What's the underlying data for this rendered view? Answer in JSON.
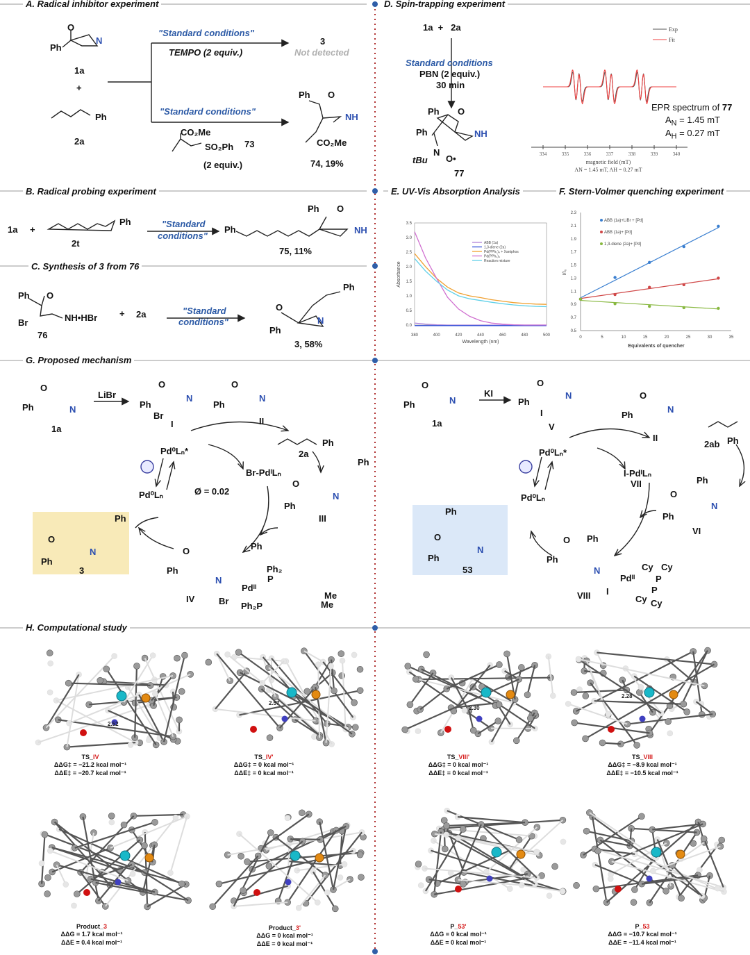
{
  "colors": {
    "condition_blue": "#2c5aa6",
    "divider_red": "#b03030",
    "dot_blue": "#2f5ea8",
    "box_yellow": "#f8eab8",
    "box_blue": "#dbe8f8",
    "pd_cyan": "#19b8c8",
    "p_orange": "#e38a12"
  },
  "sectionA": {
    "header": "A. Radical inhibitor experiment",
    "o1": "O",
    "ph1": "Ph",
    "n1": "N",
    "lbl1a": "1a",
    "plus": "+",
    "ph2a": "Ph",
    "lbl2a": "2a",
    "cond1": "\"Standard conditions\"",
    "tempo": "TEMPO (2 equiv.)",
    "prod3": "3",
    "not_detected": "Not detected",
    "cond2": "\"Standard conditions\"",
    "co2me": "CO₂Me",
    "so2ph": "SO₂Ph",
    "lbl73": "73",
    "equiv2": "(2 equiv.)",
    "p_ph": "Ph",
    "p_o": "O",
    "p_nh": "NH",
    "p_co2me": "CO₂Me",
    "p_lbl": "74, 19%"
  },
  "sectionB": {
    "header": "B. Radical probing experiment",
    "lbl1a": "1a",
    "plus": "+",
    "ph": "Ph",
    "lbl2t": "2t",
    "cond_a": "\"Standard",
    "cond_b": "conditions\"",
    "p_ph_left": "Ph",
    "p_ph": "Ph",
    "p_o": "O",
    "p_nh": "NH",
    "p_lbl": "75, 11%"
  },
  "sectionC": {
    "header": "C. Synthesis of 3 from 76",
    "ph": "Ph",
    "o": "O",
    "br": "Br",
    "nhhbr": "NH•HBr",
    "lbl76": "76",
    "plus": "+",
    "lbl2a": "2a",
    "cond_a": "\"Standard",
    "cond_b": "conditions\"",
    "p_ph_top": "Ph",
    "p_o": "O",
    "p_n": "N",
    "p_ph": "Ph",
    "p_lbl": "3, 58%"
  },
  "sectionD": {
    "header": "D. Spin-trapping experiment",
    "reactants": "1a  +   2a",
    "cond": "Standard conditions",
    "pbn": "PBN (2 equiv.)",
    "time": "30 min",
    "p_ph1": "Ph",
    "p_o": "O",
    "p_ph2": "Ph",
    "p_nh": "NH",
    "p_n": "N",
    "p_o2": "O•",
    "p_tbu": "tBu",
    "p_lbl": "77",
    "epr_title": "EPR spectrum of ",
    "epr_compound": "77",
    "an_label": "A",
    "an_sub": "N",
    "an_value": " = 1.45 mT",
    "ah_label": "A",
    "ah_sub": "H",
    "ah_value": " = 0.27 mT"
  },
  "sectionE": {
    "header": "E. UV-Vis Absorption Analysis"
  },
  "sectionF": {
    "header": "F. Stern-Volmer quenching experiment"
  },
  "chart_data": [
    {
      "id": "epr",
      "type": "line",
      "title": "EPR spectrum of 77",
      "xlabel": "magnetic field (mT)",
      "footnote": "AN = 1.45 mT, AH = 0.27 mT",
      "xlim": [
        334,
        340
      ],
      "xticks": [
        "334",
        "335",
        "336",
        "337",
        "338",
        "339",
        "340"
      ],
      "legend": [
        "Exp",
        "Fit"
      ],
      "legend_position": "top-right",
      "center": 337.0,
      "a_n": 1.45,
      "a_h": 0.27,
      "series": [
        {
          "name": "Exp",
          "color": "#555555"
        },
        {
          "name": "Fit",
          "color": "#ef4040"
        }
      ]
    },
    {
      "id": "uvvis",
      "type": "line",
      "xlabel": "Wavelength (nm)",
      "ylabel": "Absorbance",
      "xlim": [
        380,
        500
      ],
      "ylim": [
        0,
        3.5
      ],
      "xticks": [
        "380",
        "400",
        "420",
        "440",
        "460",
        "480",
        "500"
      ],
      "yticks": [
        "0.0",
        "0.5",
        "1.0",
        "1.5",
        "2.0",
        "2.5",
        "3.0",
        "3.5"
      ],
      "legend_position": "top-right",
      "x": [
        380,
        390,
        400,
        410,
        420,
        430,
        440,
        450,
        460,
        470,
        480,
        490,
        500
      ],
      "series": [
        {
          "name": "ABB (1a)",
          "color": "#b083d8",
          "values": [
            0.07,
            0.03,
            0.01,
            0,
            0,
            0,
            0,
            0,
            0,
            0,
            0,
            0,
            0
          ]
        },
        {
          "name": "1,3-diene (2a)",
          "color": "#2f4fd8",
          "values": [
            -0.02,
            -0.02,
            -0.02,
            -0.02,
            -0.02,
            -0.02,
            -0.02,
            -0.02,
            -0.02,
            -0.02,
            -0.02,
            -0.02,
            -0.02
          ]
        },
        {
          "name": "Pd(PPh₃)₄ + Xantphos",
          "color": "#f0a030",
          "values": [
            2.45,
            2.0,
            1.6,
            1.3,
            1.1,
            1.0,
            0.94,
            0.87,
            0.82,
            0.77,
            0.74,
            0.72,
            0.71
          ]
        },
        {
          "name": "Pd(PPh₃)₄",
          "color": "#d070d0",
          "values": [
            3.2,
            2.3,
            1.6,
            0.95,
            0.55,
            0.3,
            0.15,
            0.07,
            0.03,
            0.01,
            0,
            0,
            0
          ]
        },
        {
          "name": "Reaction mixture",
          "color": "#60d0e8",
          "values": [
            2.28,
            1.85,
            1.5,
            1.2,
            1.0,
            0.9,
            0.84,
            0.78,
            0.73,
            0.69,
            0.66,
            0.64,
            0.63
          ]
        }
      ]
    },
    {
      "id": "sternvolmer",
      "type": "scatter",
      "xlabel": "Equivalents of quencher",
      "ylabel": "I/I₀",
      "xlim": [
        0,
        35
      ],
      "ylim": [
        0.5,
        2.3
      ],
      "xticks": [
        "0",
        "5",
        "10",
        "15",
        "20",
        "25",
        "30",
        "35"
      ],
      "yticks": [
        "0.5",
        "0.7",
        "0.9",
        "1.1",
        "1.3",
        "1.5",
        "1.7",
        "1.9",
        "2.1",
        "2.3"
      ],
      "legend_position": "top-left",
      "x": [
        0,
        8,
        16,
        24,
        32
      ],
      "series": [
        {
          "name": "ABB (1a)+LiBr + [Pd]",
          "color": "#3a7fd0",
          "marker": "diamond",
          "values": [
            0.98,
            1.31,
            1.54,
            1.78,
            2.09
          ],
          "fit": [
            1.0,
            2.07
          ]
        },
        {
          "name": "ABB (1a)+ [Pd]",
          "color": "#d04848",
          "marker": "triangle",
          "values": [
            0.98,
            1.05,
            1.16,
            1.2,
            1.3
          ],
          "fit": [
            0.99,
            1.29
          ]
        },
        {
          "name": "1,3-diene (2a)+ [Pd]",
          "color": "#88b840",
          "marker": "circle",
          "values": [
            0.98,
            0.91,
            0.87,
            0.85,
            0.84
          ],
          "fit": [
            0.96,
            0.83
          ]
        }
      ]
    }
  ],
  "sectionG": {
    "header": "G. Proposed mechanism",
    "left": {
      "o1": "O",
      "ph1": "Ph",
      "n1": "N",
      "lbl1a": "1a",
      "libr": "LiBr",
      "i_o": "O",
      "i_ph": "Ph",
      "i_br": "Br",
      "i_n": "N",
      "i_lbl": "I",
      "ii_o": "O",
      "ii_ph": "Ph",
      "ii_n": "N",
      "ii_lbl": "II",
      "ph_2a": "Ph",
      "lbl2a": "2a",
      "pd_star": "Pd⁰Lₙ*",
      "brpd": "Br-PdᴵLₙ",
      "pd0": "Pd⁰Lₙ",
      "phi": "Ø = 0.02",
      "iii_o": "O",
      "iii_ph": "Ph",
      "iii_n": "N",
      "iii_lbl": "III",
      "iii_ph2": "Ph",
      "p3_ph_top": "Ph",
      "p3_o": "O",
      "p3_ph": "Ph",
      "p3_n": "N",
      "p3_lbl": "3",
      "iv_o": "O",
      "iv_ph": "Ph",
      "iv_n": "N",
      "iv_lbl": "IV",
      "iv_ph2": "Ph",
      "iv_ph2p": "Ph₂",
      "iv_p": "P",
      "iv_pd": "Pdᴵᴵ",
      "iv_br": "Br",
      "iv_ph2p_b": "Ph₂P",
      "iv_me1": "Me",
      "iv_me2": "Me"
    },
    "right": {
      "o1": "O",
      "ph1": "Ph",
      "n1": "N",
      "lbl1a": "1a",
      "ki": "KI",
      "v_o": "O",
      "v_ph": "Ph",
      "v_n": "N",
      "v_i": "I",
      "v_lbl": "V",
      "ii_o": "O",
      "ii_ph": "Ph",
      "ii_n": "N",
      "ii_lbl": "II",
      "lbl2ab": "2ab",
      "ph_2ab": "Ph",
      "pd_star": "Pd⁰Lₙ*",
      "ipd": "I-PdᴵLₙ",
      "vii_lbl": "VII",
      "pd0": "Pd⁰Lₙ",
      "vi_ph2": "Ph",
      "vi_o": "O",
      "vi_ph": "Ph",
      "vi_n": "N",
      "vi_lbl": "VI",
      "p53_ph_top": "Ph",
      "p53_o": "O",
      "p53_ph": "Ph",
      "p53_n": "N",
      "p53_lbl": "53",
      "viii_o": "O",
      "viii_ph": "Ph",
      "viii_ph2": "Ph",
      "viii_n": "N",
      "viii_lbl": "VIII",
      "viii_pd": "Pdᴵᴵ",
      "viii_i": "I",
      "cy1": "Cy",
      "cy2": "Cy",
      "p1": "P",
      "p2": "P",
      "cy3": "Cy",
      "cy4": "Cy"
    }
  },
  "sectionH": {
    "header": "H. Computational study",
    "structures": [
      {
        "name_a": "TS_",
        "name_b": "IV",
        "line1": "ΔΔG‡ = −21.2 kcal mol⁻¹",
        "line2": "ΔΔE‡ = −20.7 kcal mol⁻¹",
        "distance": "2.52"
      },
      {
        "name_a": "TS_",
        "name_b": "IV'",
        "line1": "ΔΔG‡ = 0 kcal mol⁻¹",
        "line2": "ΔΔE‡ = 0 kcal mol⁻¹",
        "distance": "2.57"
      },
      {
        "name_a": "TS_",
        "name_b": "VIII'",
        "line1": "ΔΔG‡ = 0 kcal mol⁻¹",
        "line2": "ΔΔE‡ = 0 kcal mol⁻¹",
        "distance": "2.30"
      },
      {
        "name_a": "TS_",
        "name_b": "VIII",
        "line1": "ΔΔG‡ = −8.9 kcal mol⁻¹",
        "line2": "ΔΔE‡ = −10.5 kcal mol⁻¹",
        "distance": "2.28"
      },
      {
        "name_a": "Product_",
        "name_b": "3",
        "line1": "ΔΔG = 1.7 kcal mol⁻¹",
        "line2": "ΔΔE = 0.4 kcal mol⁻¹"
      },
      {
        "name_a": "Product_",
        "name_b": "3'",
        "line1": "ΔΔG = 0 kcal mol⁻¹",
        "line2": "ΔΔE = 0 kcal mol⁻¹"
      },
      {
        "name_a": "P_",
        "name_b": "53'",
        "line1": "ΔΔG = 0 kcal mol⁻¹",
        "line2": "ΔΔE = 0 kcal mol⁻¹"
      },
      {
        "name_a": "P_",
        "name_b": "53",
        "line1": "ΔΔG = −10.7 kcal mol⁻¹",
        "line2": "ΔΔE = −11.4 kcal mol⁻¹"
      }
    ]
  }
}
